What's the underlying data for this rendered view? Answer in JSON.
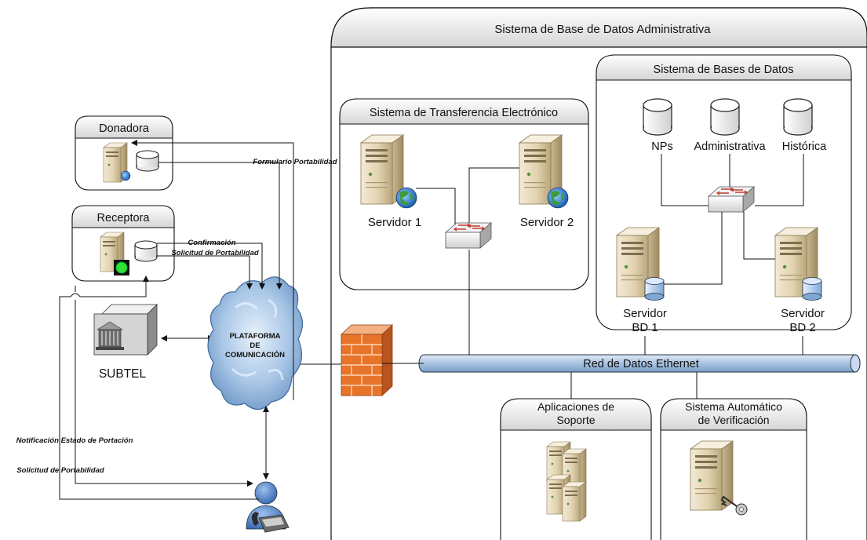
{
  "diagram": {
    "main_system": {
      "title": "Sistema de Base de Datos Administrativa"
    },
    "transfer_system": {
      "title": "Sistema de Transferencia Electrónico",
      "server1": "Servidor 1",
      "server2": "Servidor 2"
    },
    "db_system": {
      "title": "Sistema de Bases de Datos",
      "db_nps": "NPs",
      "db_admin": "Administrativa",
      "db_hist": "Histórica",
      "server_bd1_line1": "Servidor",
      "server_bd1_line2": "BD 1",
      "server_bd2_line1": "Servidor",
      "server_bd2_line2": "BD 2"
    },
    "network": {
      "label": "Red de Datos Ethernet"
    },
    "support_apps": {
      "line1": "Aplicaciones de",
      "line2": "Soporte"
    },
    "verification": {
      "line1": "Sistema Automático",
      "line2": "de Verificación"
    },
    "donadora": {
      "title": "Donadora"
    },
    "receptora": {
      "title": "Receptora"
    },
    "subtel": {
      "label": "SUBTEL"
    },
    "platform": {
      "line1": "PLATAFORMA",
      "line2": "DE",
      "line3": "COMUNICACIÓN"
    },
    "flows": {
      "formulario": "Formulario Portabilidad",
      "confirmacion": "Confirmación",
      "solicitud_receptora": "Solicitud de Portabilidad",
      "notificacion": "Notificación Estado de Portación",
      "solicitud_user": "Solicitud de Portabilidad"
    },
    "colors": {
      "box_border": "#111111",
      "header_top": "#ffffff",
      "header_bottom": "#d9d9d9",
      "network_bar": "#b7cde6",
      "firewall": "#e8742a",
      "cloud": "#8fb3d9",
      "server_body": "#e8dcc0",
      "user": "#4f82c4"
    }
  }
}
